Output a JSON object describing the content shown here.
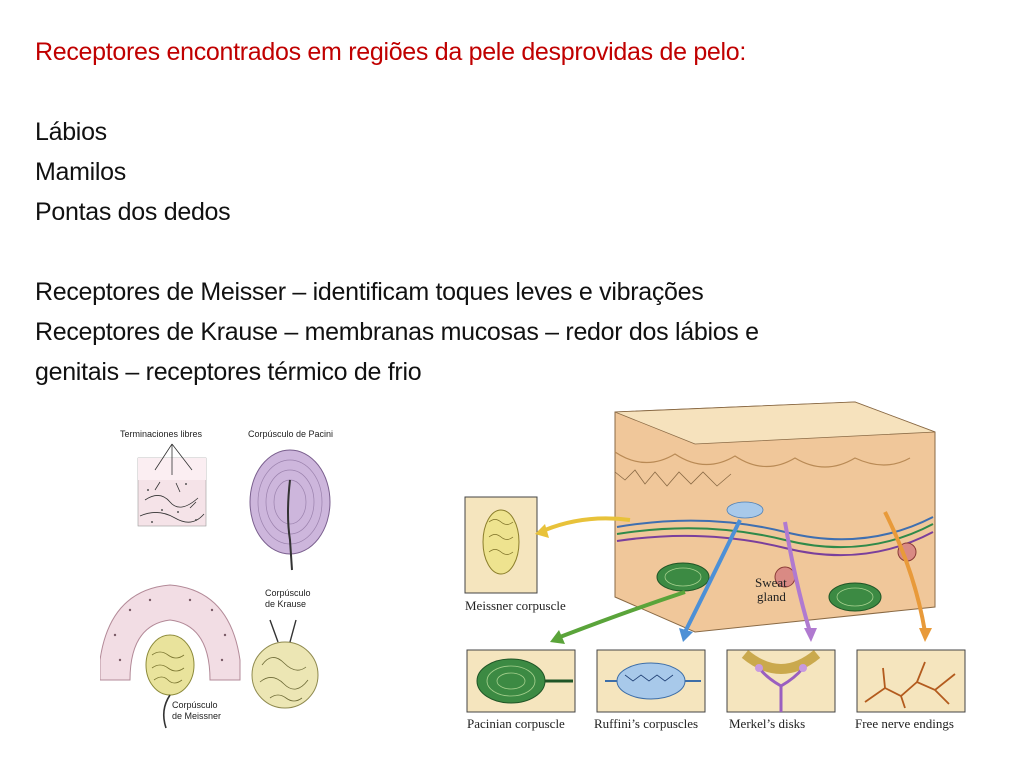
{
  "slide": {
    "title": "Receptores encontrados em regiões da pele desprovidas de pelo:",
    "regions": [
      "Lábios",
      "Mamilos",
      "Pontas dos dedos"
    ],
    "meissner_line": "Receptores de Meisser – identificam toques leves e vibrações",
    "krause_line_1": "Receptores de Krause – membranas mucosas – redor dos lábios e",
    "krause_line_2": "genitais – receptores térmico de frio"
  },
  "left_figure": {
    "free_endings": "Terminaciones libres",
    "pacini": "Corpúsculo de Pacini",
    "krause_1": "Corpúsculo",
    "krause_2": "de Krause",
    "meissner_1": "Corpúsculo",
    "meissner_2": "de Meissner"
  },
  "right_figure": {
    "sweat_1": "Sweat",
    "sweat_2": "gland",
    "meissner": "Meissner corpuscle",
    "pacinian": "Pacinian corpuscle",
    "ruffini": "Ruffini’s corpuscles",
    "merkel": "Merkel’s disks",
    "free_nerve": "Free nerve endings"
  },
  "colors": {
    "title": "#c00000",
    "skin_epidermis": "#f4dcb2",
    "skin_dermis": "#f0c79a",
    "arrow_yellow": "#e8c23a",
    "arrow_green": "#5aa43a",
    "arrow_blue": "#4d90d6",
    "arrow_purple": "#b07ad0",
    "arrow_orange": "#e89a3a"
  }
}
